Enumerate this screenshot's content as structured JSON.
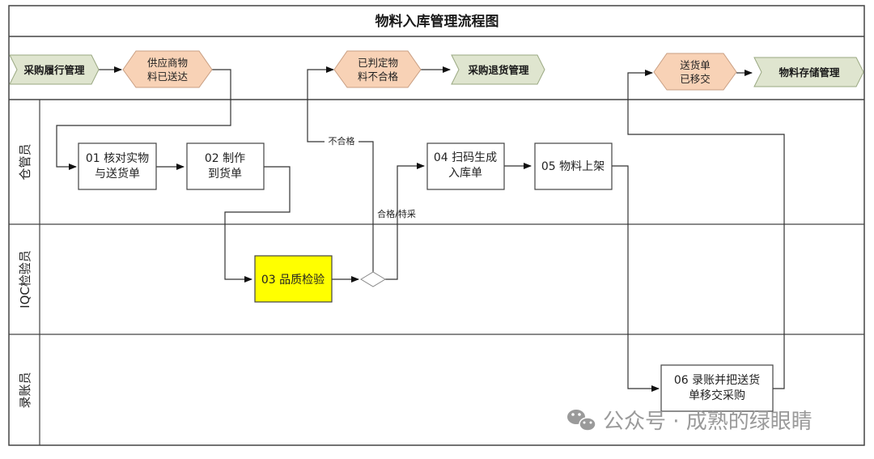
{
  "diagram": {
    "title": "物料入库管理流程图",
    "lanes": [
      {
        "id": "warehouse",
        "label": "仓管员"
      },
      {
        "id": "iqc",
        "label": "IQC检验员"
      },
      {
        "id": "accounting",
        "label": "录账员"
      }
    ],
    "external_processes": [
      {
        "id": "ext1",
        "label": "采购履行管理"
      },
      {
        "id": "ext2",
        "label": "采购退货管理"
      },
      {
        "id": "ext3",
        "label": "物料存储管理"
      }
    ],
    "events": [
      {
        "id": "ev1",
        "line1": "供应商物",
        "line2": "料已送达"
      },
      {
        "id": "ev2",
        "line1": "已判定物",
        "line2": "料不合格"
      },
      {
        "id": "ev3",
        "line1": "送货单",
        "line2": "已移交"
      }
    ],
    "steps": [
      {
        "id": "s01",
        "line1": "01 核对实物",
        "line2": "与送货单",
        "lane": "warehouse"
      },
      {
        "id": "s02",
        "line1": "02 制作",
        "line2": "到货单",
        "lane": "warehouse"
      },
      {
        "id": "s03",
        "line1": "03 品质检验",
        "line2": "",
        "lane": "iqc",
        "highlight": true
      },
      {
        "id": "s04",
        "line1": "04 扫码生成",
        "line2": "入库单",
        "lane": "warehouse"
      },
      {
        "id": "s05",
        "line1": "05 物料上架",
        "line2": "",
        "lane": "warehouse"
      },
      {
        "id": "s06",
        "line1": "06 录账并把送货",
        "line2": "单移交采购",
        "lane": "accounting"
      }
    ],
    "decision": {
      "id": "d1",
      "label": ""
    },
    "edge_labels": {
      "fail": "不合格",
      "pass": "合格/特采"
    },
    "colors": {
      "external_fill": "#dfe5cf",
      "external_stroke": "#9aa882",
      "event_fill": "#f8d2b6",
      "event_stroke": "#c99f83",
      "highlight_fill": "#ffff00",
      "line": "#333333"
    }
  },
  "watermark": {
    "text": "公众号 · 成熟的绿眼睛"
  }
}
